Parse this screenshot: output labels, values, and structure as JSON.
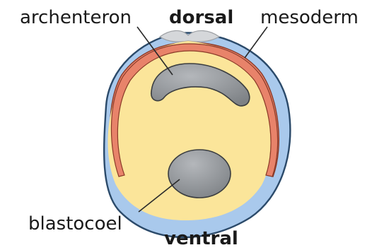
{
  "diagram": {
    "labels": {
      "archenteron": "archenteron",
      "dorsal": "dorsal",
      "mesoderm": "mesoderm",
      "blastocoel": "blastocoel",
      "ventral": "ventral"
    },
    "colors": {
      "ectoderm": "#a9c9ec",
      "ectoderm_outline": "#2b4a6a",
      "mesoderm": "#e8836a",
      "endoderm": "#fbe59a",
      "cavity": "#8a8e93",
      "cavity_outline": "#3a3d40",
      "dorsal_notch": "#d5d7da",
      "text": "#1a1a1a"
    }
  }
}
